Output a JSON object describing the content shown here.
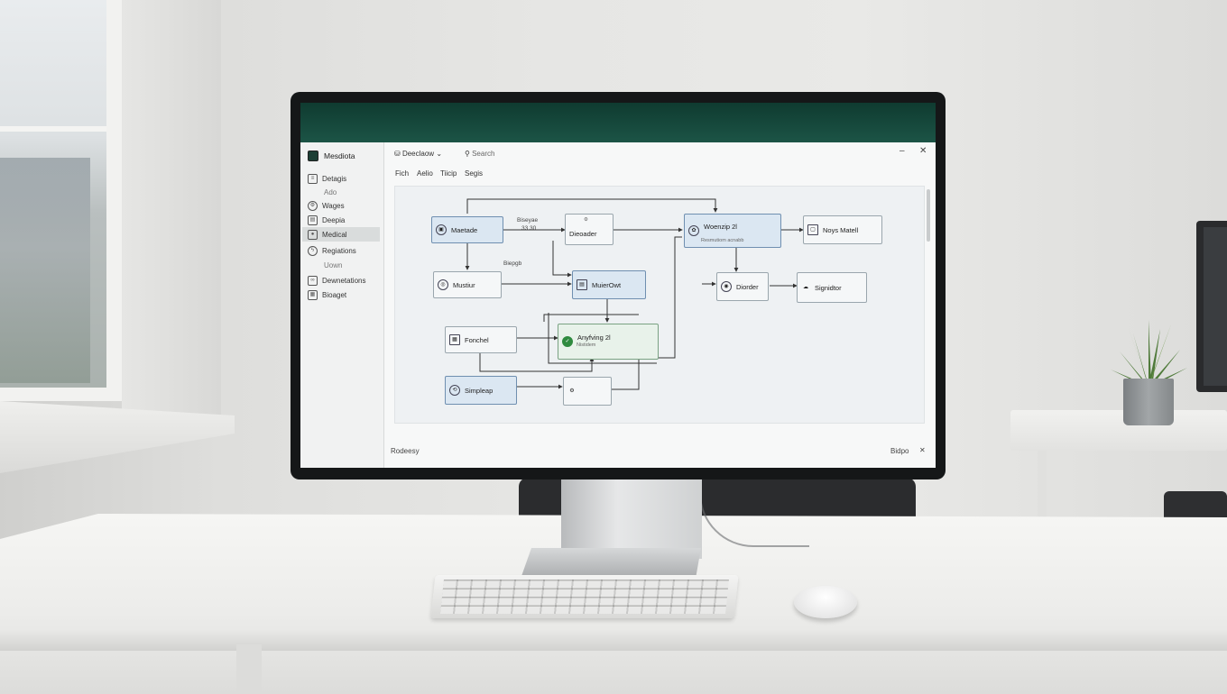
{
  "app": {
    "name": "Mesdiota",
    "toolbar": {
      "dropdown": "Deeclaow",
      "search": "Search"
    },
    "menus": [
      "Fich",
      "Aelio",
      "Tiicip",
      "Segis"
    ],
    "sidebar": [
      {
        "label": "Detagis",
        "icon": "doc-icon"
      },
      {
        "label": "Ado",
        "icon": "sub"
      },
      {
        "label": "Wages",
        "icon": "gear-icon"
      },
      {
        "label": "Deepia",
        "icon": "chart-icon"
      },
      {
        "label": "Medical",
        "icon": "user-icon",
        "active": true
      },
      {
        "label": "Regiations",
        "icon": "bolt-icon"
      },
      {
        "label": "Uown",
        "icon": "sub"
      },
      {
        "label": "Dewnetations",
        "icon": "link-icon"
      },
      {
        "label": "Bioaget",
        "icon": "grid-icon"
      }
    ],
    "status": {
      "left": "Rodeesy",
      "right": "Bidpo"
    }
  },
  "diagram": {
    "nodes": [
      {
        "id": "n1",
        "label": "Maetade",
        "style": "blue"
      },
      {
        "id": "n2",
        "label": "Dieoader",
        "style": "plain"
      },
      {
        "id": "n3",
        "label": "Woenzip 2l",
        "style": "blue",
        "sub": "Resmutiom acnabb"
      },
      {
        "id": "n4",
        "label": "Noys Matell",
        "style": "plain"
      },
      {
        "id": "n5",
        "label": "Mustiur",
        "style": "plain"
      },
      {
        "id": "n6",
        "label": "MuierOwt",
        "style": "blue"
      },
      {
        "id": "n7",
        "label": "Diorder",
        "style": "plain"
      },
      {
        "id": "n8",
        "label": "Signidtor",
        "style": "plain"
      },
      {
        "id": "n9",
        "label": "Fonchel",
        "style": "plain"
      },
      {
        "id": "n10",
        "label": "Anyfving 2l",
        "style": "green",
        "sub": "Nistidem"
      },
      {
        "id": "n11",
        "label": "Simpleap",
        "style": "blue"
      },
      {
        "id": "n12",
        "label": "",
        "style": "plain"
      }
    ],
    "edge_labels": [
      "Biseyae",
      "33 30",
      "Biepgb"
    ]
  }
}
